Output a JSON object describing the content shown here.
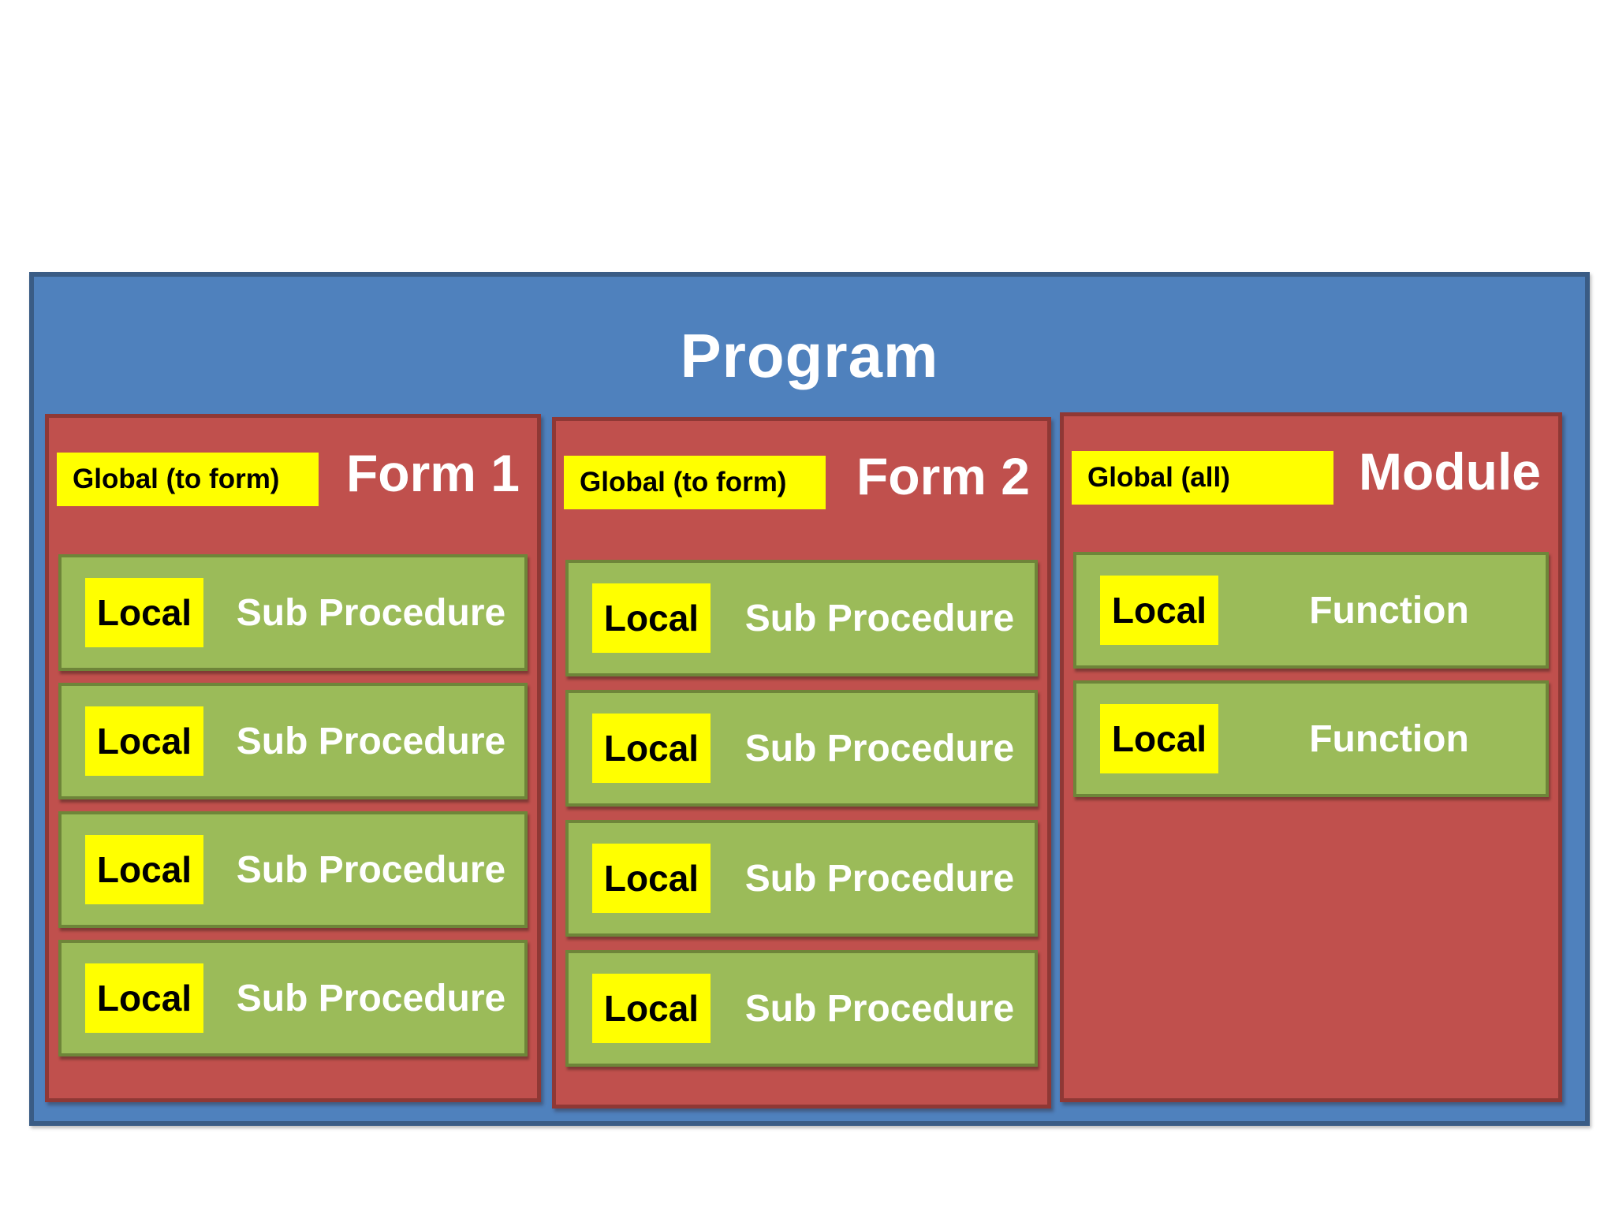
{
  "diagram": {
    "program_title": "Program",
    "columns": [
      {
        "title": "Form 1",
        "global_label": "Global (to form)",
        "items": [
          {
            "scope_label": "Local",
            "name": "Sub Procedure"
          },
          {
            "scope_label": "Local",
            "name": "Sub Procedure"
          },
          {
            "scope_label": "Local",
            "name": "Sub Procedure"
          },
          {
            "scope_label": "Local",
            "name": "Sub Procedure"
          }
        ]
      },
      {
        "title": "Form 2",
        "global_label": "Global (to form)",
        "items": [
          {
            "scope_label": "Local",
            "name": "Sub Procedure"
          },
          {
            "scope_label": "Local",
            "name": "Sub Procedure"
          },
          {
            "scope_label": "Local",
            "name": "Sub Procedure"
          },
          {
            "scope_label": "Local",
            "name": "Sub Procedure"
          }
        ]
      },
      {
        "title": "Module",
        "global_label": "Global (all)",
        "items": [
          {
            "scope_label": "Local",
            "name": "Function"
          },
          {
            "scope_label": "Local",
            "name": "Function"
          }
        ]
      }
    ]
  },
  "colors": {
    "program_fill": "#4f81bd",
    "program_border": "#3a5c85",
    "container_fill": "#c0504d",
    "container_border": "#8f3835",
    "procedure_fill": "#9bbb59",
    "procedure_border": "#6e8539",
    "label_fill": "#ffff00",
    "label_text": "#000000",
    "title_text": "#ffffff"
  }
}
